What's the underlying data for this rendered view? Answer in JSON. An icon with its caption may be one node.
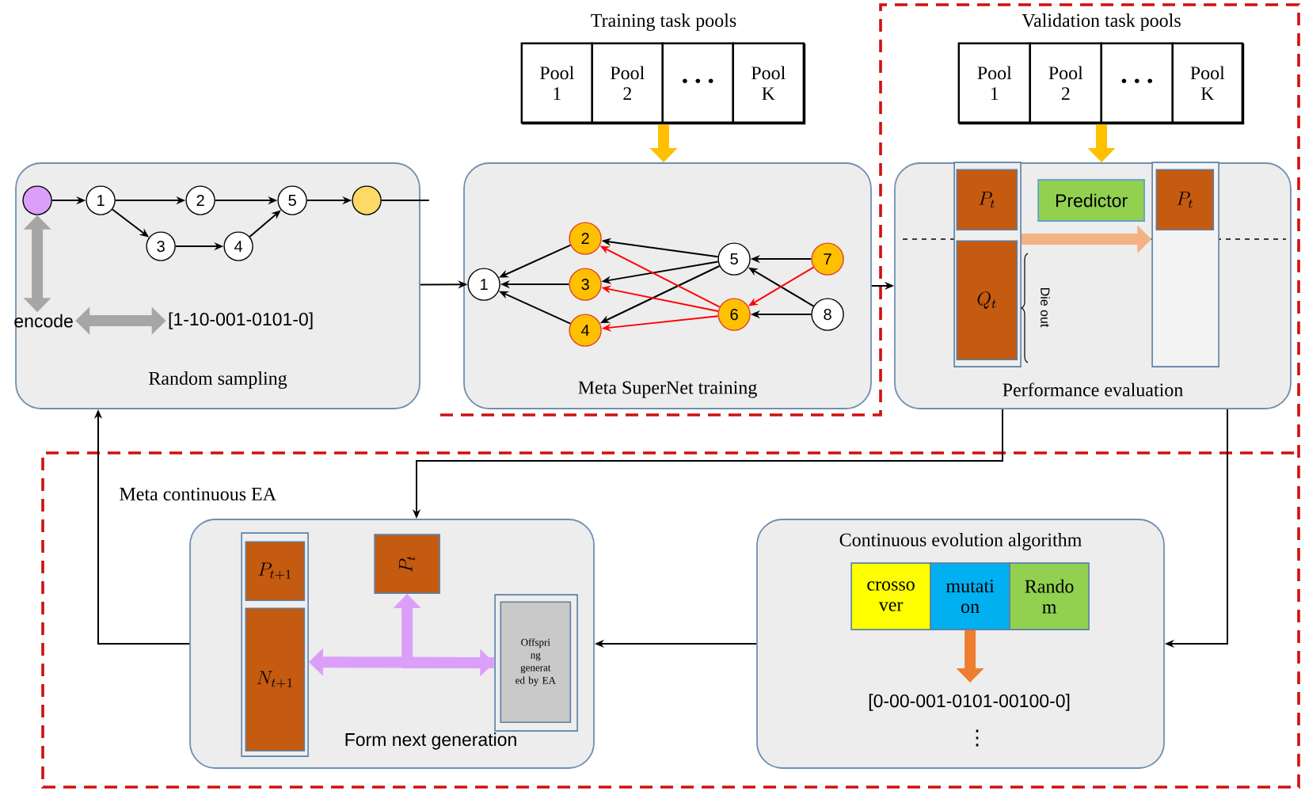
{
  "diagram": {
    "nodes": [
      {
        "text": [
          "Random sampling"
        ]
      },
      {
        "text": [],
        "shape": "circle",
        "in": 0
      },
      {
        "text": [
          "1"
        ],
        "in": 0
      },
      {
        "text": [
          "2"
        ],
        "in": 0
      },
      {
        "text": [
          "5"
        ],
        "in": 0
      },
      {
        "text": [],
        "shape": "circle",
        "in": 0
      },
      {
        "text": [
          "3"
        ],
        "in": 0
      },
      {
        "text": [
          "4"
        ],
        "in": 0
      },
      {
        "text": [
          "encode"
        ],
        "in": 0
      },
      {
        "text": [
          "[1-10-001-0101-0]"
        ],
        "in": 0
      },
      {
        "text": [
          "Meta SuperNet training"
        ]
      },
      {
        "text": [
          "1"
        ],
        "in": 10
      },
      {
        "text": [
          "2"
        ],
        "in": 10
      },
      {
        "text": [
          "3"
        ],
        "in": 10
      },
      {
        "text": [
          "4"
        ],
        "in": 10
      },
      {
        "text": [
          "5"
        ],
        "in": 10
      },
      {
        "text": [
          "6"
        ],
        "in": 10
      },
      {
        "text": [
          "7"
        ],
        "in": 10
      },
      {
        "text": [
          "8"
        ],
        "in": 10
      },
      {
        "text": [
          "Training task pools"
        ]
      },
      {
        "text": [
          "Pool 1"
        ],
        "in": 19
      },
      {
        "text": [
          "Pool 2"
        ],
        "in": 19
      },
      {
        "text": [
          "• • •"
        ],
        "in": 19
      },
      {
        "text": [
          "Pool K"
        ],
        "in": 19
      },
      {
        "text": [
          "Performance evaluation"
        ]
      },
      {
        "text": [
          "Validation task pools"
        ]
      },
      {
        "text": [
          "Pool 1"
        ],
        "in": 25
      },
      {
        "text": [
          "Pool 2"
        ],
        "in": 25
      },
      {
        "text": [
          "• • •"
        ],
        "in": 25
      },
      {
        "text": [
          "Pool K"
        ],
        "in": 25
      },
      {
        "text": [],
        "shape": "box",
        "in": 24
      },
      {
        "text": [
          "P_t"
        ],
        "in": 30
      },
      {
        "text": [
          "Q_t"
        ],
        "in": 30
      },
      {
        "text": [
          "Predictor"
        ],
        "in": 24
      },
      {
        "text": [],
        "shape": "box",
        "in": 24
      },
      {
        "text": [
          "P_t"
        ],
        "in": 34
      },
      {
        "text": [
          "Form next generation"
        ]
      },
      {
        "text": [],
        "shape": "box",
        "in": 36
      },
      {
        "text": [
          "P_{t+1}"
        ],
        "in": 37
      },
      {
        "text": [
          "N_{t+1}"
        ],
        "in": 37
      },
      {
        "text": [
          "P_t"
        ],
        "in": 36
      },
      {
        "text": [],
        "shape": "box",
        "in": 36
      },
      {
        "text": [
          "Offspri ng generat ed by EA"
        ],
        "in": 41
      },
      {
        "text": [
          "Continuous evolution algorithm"
        ]
      },
      {
        "text": [
          "crosso ver"
        ],
        "in": 43
      },
      {
        "text": [
          "mutati on"
        ],
        "in": 43
      },
      {
        "text": [
          "Rando m"
        ],
        "in": 43
      },
      {
        "text": [
          "[0-00-001-0101-00100-0]"
        ],
        "in": 43
      }
    ],
    "edges": [
      {
        "from": 1,
        "to": 2,
        "arrow": "to"
      },
      {
        "from": 2,
        "to": 3,
        "arrow": "to"
      },
      {
        "from": 3,
        "to": 4,
        "arrow": "to"
      },
      {
        "from": 4,
        "to": 5,
        "arrow": "to"
      },
      {
        "from": 2,
        "to": 6,
        "arrow": "to"
      },
      {
        "from": 6,
        "to": 7,
        "arrow": "to"
      },
      {
        "from": 7,
        "to": 4,
        "arrow": "to"
      },
      {
        "from": 5,
        "to": null,
        "arrow": "none"
      },
      {
        "from": 1,
        "to": 8,
        "arrow": "both",
        "style": "thick",
        "color": "#a6a6a6"
      },
      {
        "from": 8,
        "to": 9,
        "arrow": "both",
        "style": "thick",
        "color": "#a6a6a6"
      },
      {
        "from": 0,
        "to": 11,
        "arrow": "to"
      },
      {
        "from": 12,
        "to": 11,
        "arrow": "to"
      },
      {
        "from": 13,
        "to": 11,
        "arrow": "to"
      },
      {
        "from": 14,
        "to": 11,
        "arrow": "to"
      },
      {
        "from": 15,
        "to": 12,
        "arrow": "to"
      },
      {
        "from": 15,
        "to": 13,
        "arrow": "to"
      },
      {
        "from": 15,
        "to": 14,
        "arrow": "to"
      },
      {
        "from": 17,
        "to": 15,
        "arrow": "to"
      },
      {
        "from": 18,
        "to": 16,
        "arrow": "to"
      },
      {
        "from": 18,
        "to": 15,
        "arrow": "to"
      },
      {
        "from": 16,
        "to": 12,
        "arrow": "to",
        "color": "#ff0000"
      },
      {
        "from": 16,
        "to": 13,
        "arrow": "to",
        "color": "#ff0000"
      },
      {
        "from": 16,
        "to": 14,
        "arrow": "to",
        "color": "#ff0000"
      },
      {
        "from": 17,
        "to": 16,
        "arrow": "to",
        "color": "#ff0000"
      },
      {
        "from": 19,
        "to": 10,
        "arrow": "to",
        "style": "thick",
        "color": "#ffc000"
      },
      {
        "from": 10,
        "to": 24,
        "arrow": "to"
      },
      {
        "from": 25,
        "to": 24,
        "arrow": "to",
        "style": "thick",
        "color": "#ffc000"
      },
      {
        "from": 30,
        "to": 34,
        "arrow": "to",
        "style": "thick",
        "color": "#f4b183"
      },
      {
        "from": 24,
        "to": 43,
        "arrow": "to"
      },
      {
        "from": 24,
        "to": 36,
        "arrow": "to"
      },
      {
        "from": 43,
        "to": 36,
        "arrow": "to"
      },
      {
        "from": 36,
        "to": 0,
        "arrow": "to"
      },
      {
        "from": 37,
        "to": 41,
        "arrow": "both",
        "style": "thick",
        "color": "#dc9ff8"
      },
      {
        "from": 41,
        "to": 40,
        "arrow": "to",
        "style": "thick",
        "color": "#dc9ff8"
      },
      {
        "from": 45,
        "to": 47,
        "arrow": "to",
        "style": "thick",
        "color": "#ed7d31"
      }
    ],
    "labels": [
      "Meta continuous EA",
      "Die out",
      "⋮"
    ]
  }
}
